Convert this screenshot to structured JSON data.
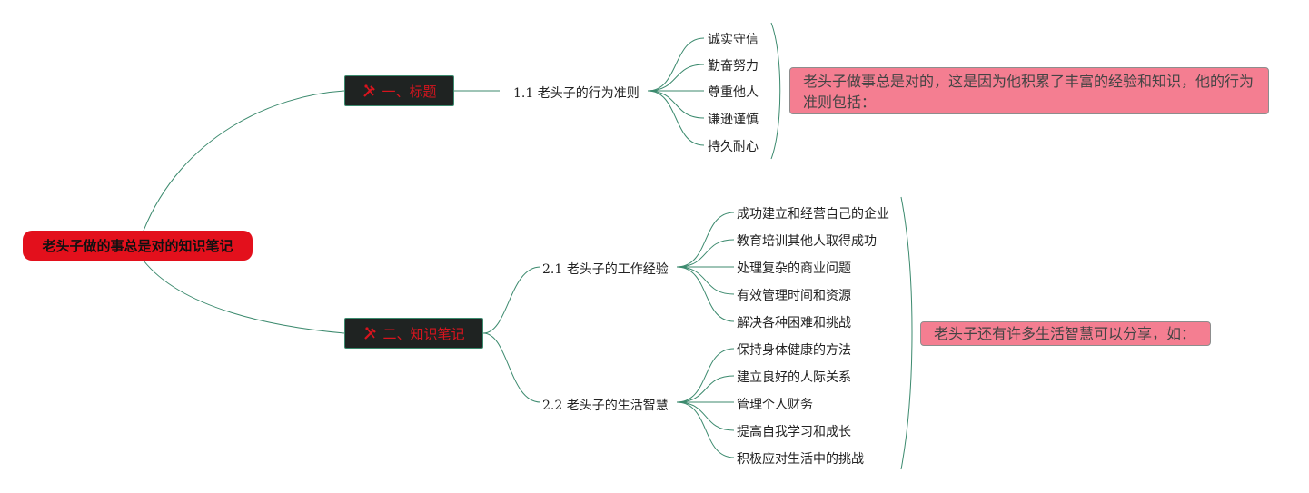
{
  "root": {
    "label": "老头子做的事总是对的知识笔记"
  },
  "topics": [
    {
      "label": "一、标题",
      "subtopics": [
        {
          "label": "1.1 老头子的行为准则",
          "items": [
            "诚实守信",
            "勤奋努力",
            "尊重他人",
            "谦逊谨慎",
            "持久耐心"
          ]
        }
      ],
      "summary": "老头子做事总是对的，这是因为他积累了丰富的经验和知识，他的行为准则包括："
    },
    {
      "label": "二、知识笔记",
      "subtopics": [
        {
          "label": "2.1 老头子的工作经验",
          "items": [
            "成功建立和经营自己的企业",
            "教育培训其他人取得成功",
            "处理复杂的商业问题",
            "有效管理时间和资源",
            "解决各种困难和挑战"
          ]
        },
        {
          "label": "2.2 老头子的生活智慧",
          "items": [
            "保持身体健康的方法",
            "建立良好的人际关系",
            "管理个人财务",
            "提高自我学习和成长",
            "积极应对生活中的挑战"
          ]
        }
      ],
      "summary": "老头子还有许多生活智慧可以分享，如："
    }
  ],
  "colors": {
    "root": "#e3101c",
    "topic_bg": "#1f2322",
    "topic_text": "#d8141e",
    "connector": "#3c8a6e",
    "note_bg": "#f47e91"
  },
  "icons": {
    "topic_icon": "tools-icon"
  }
}
